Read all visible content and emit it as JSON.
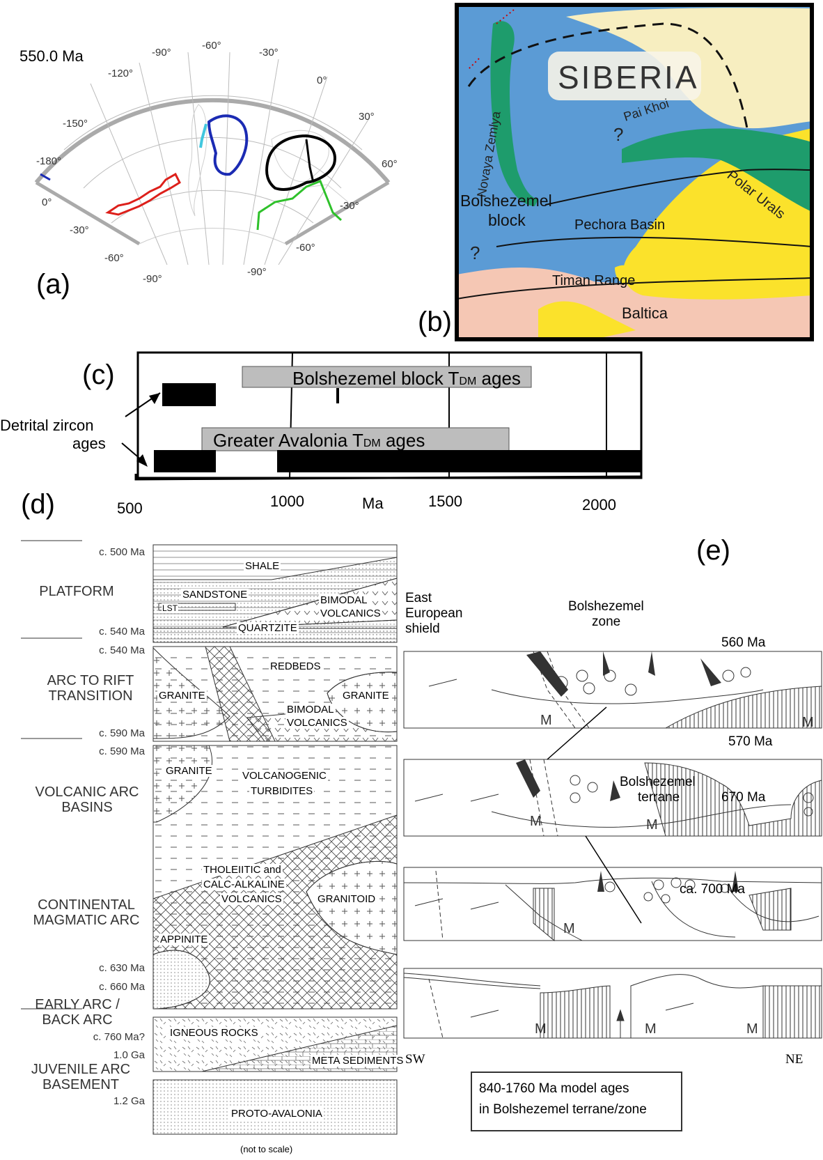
{
  "panel_labels": {
    "a": "(a)",
    "b": "(b)",
    "c": "(c)",
    "d": "(d)",
    "e": "(e)"
  },
  "panel_a": {
    "age": "550.0 Ma",
    "lon_ticks": [
      "-180°",
      "-150°",
      "-120°",
      "-90°",
      "-60°",
      "-30°",
      "0°",
      "30°",
      "60°"
    ],
    "lat_ticks": [
      "0°",
      "-30°",
      "-60°",
      "-90°",
      "-90°",
      "-60°",
      "-30°"
    ],
    "colors": {
      "red": "#dd1f1a",
      "blue": "#1b2bb3",
      "cyan": "#41c7de",
      "black": "#000000",
      "green": "#2ec12a"
    }
  },
  "panel_b": {
    "siberia": "SIBERIA",
    "novaya": "Novaya Zemlya",
    "paikhoi": "Pai Khoi",
    "question": "?",
    "polar_urals": "Polar Urals",
    "bolshezemel": "Bolshezemel",
    "block": "block",
    "pechora": "Pechora Basin",
    "timan": "Timan Range",
    "baltica": "Baltica",
    "colors": {
      "sea": "#5b9bd5",
      "land": "#f7eec0",
      "basin": "#fbe22b",
      "baltica": "#f5c7b4",
      "belt": "#1e9c6c"
    }
  },
  "panel_c": {
    "detrital_1": "Detrital zircon",
    "detrital_2": "ages",
    "bolsh_label": "Bolshezemel block  T",
    "bolsh_sub": "DM",
    "bolsh_tail": " ages",
    "aval_label": "Greater Avalonia   T",
    "aval_sub": "DM",
    "aval_tail": " ages",
    "xticks": [
      "500",
      "1000",
      "Ma",
      "1500",
      "2000"
    ]
  },
  "panel_d": {
    "sections": [
      {
        "name": "PLATFORM",
        "top": "c. 500 Ma",
        "bottom": "c. 540 Ma"
      },
      {
        "name": "ARC TO RIFT TRANSITION",
        "top": "c. 540 Ma",
        "bottom": "c. 590 Ma"
      },
      {
        "name": "VOLCANIC ARC BASINS",
        "top": "c. 590 Ma",
        "bottom": ""
      },
      {
        "name": "CONTINENTAL MAGMATIC ARC",
        "top": "",
        "bottom": "c. 630 Ma"
      },
      {
        "name": "EARLY ARC / BACK ARC",
        "top": "c. 660 Ma",
        "bottom": "c. 760 Ma?"
      },
      {
        "name": "JUVENILE ARC BASEMENT",
        "top": "1.0 Ga",
        "bottom": "1.2 Ga"
      }
    ],
    "units": {
      "shale": "SHALE",
      "sandstone": "SANDSTONE",
      "lst": "LST",
      "bimodal1": "BIMODAL",
      "volc1": "VOLCANICS",
      "quartzite": "QUARTZITE",
      "redbeds": "REDBEDS",
      "granite1": "GRANITE",
      "bimodal2": "BIMODAL",
      "volc2": "VOLCANICS",
      "granite2": "GRANITE",
      "granite3": "GRANITE",
      "volcanogenic": "VOLCANOGENIC",
      "turbidites": "TURBIDITES",
      "tholeiitic": "THOLEIITIC and",
      "calc": "CALC-ALKALINE",
      "volc3": "VOLCANICS",
      "granitoid": "GRANITOID",
      "appinite": "APPINITE",
      "igneous": "IGNEOUS ROCKS",
      "meta": "META SEDIMENTS",
      "proto": "PROTO-AVALONIA"
    },
    "not_to_scale": "(not to scale)"
  },
  "panel_e": {
    "east": "East",
    "european": "European",
    "shield": "shield",
    "bzone1": "Bolshezemel",
    "bzone2": "zone",
    "bterr1": "Bolshezemel",
    "bterr2": "terrane",
    "ages": [
      "560 Ma",
      "570 Ma",
      "670 Ma",
      "ca. 700 Ma"
    ],
    "m": "M",
    "sw": "SW",
    "ne": "NE",
    "note1": "840-1760 Ma model ages",
    "note2": "in Bolshezemel terrane/zone"
  }
}
